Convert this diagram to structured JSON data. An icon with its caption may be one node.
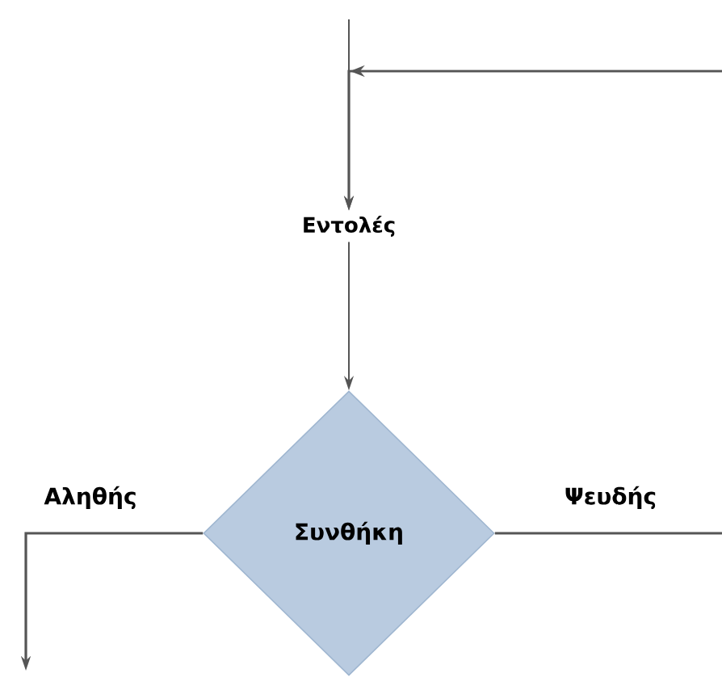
{
  "diagram": {
    "nodes": [
      {
        "text": [
          "Εντολές"
        ]
      },
      {
        "text": [
          "Συνθήκη"
        ]
      }
    ],
    "edges": [
      {
        "from": null,
        "to": 0,
        "arrow": "to"
      },
      {
        "from": 0,
        "to": 1,
        "arrow": "to"
      },
      {
        "from": null,
        "to": 0,
        "arrow": "to"
      },
      {
        "from": 1,
        "to": null,
        "arrow": "none",
        "label": "Ψευδής"
      },
      {
        "from": 1,
        "to": null,
        "arrow": "to",
        "label": "Αληθής"
      }
    ]
  }
}
